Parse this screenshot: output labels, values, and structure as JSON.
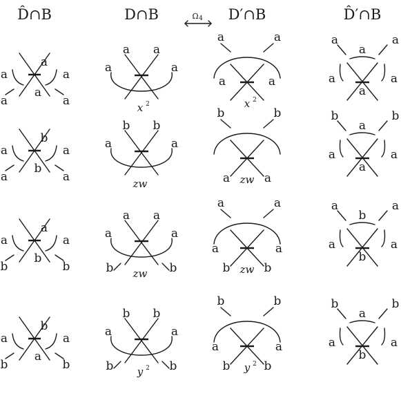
{
  "headers": [
    "D̂∩B",
    "D∩B",
    "D′∩B",
    "D̂′∩B"
  ],
  "move_label": "Ω",
  "move_label_sub": "4",
  "rows": [
    {
      "cells": [
        {
          "top": "a",
          "left": "a",
          "right": "a",
          "mid": "a",
          "bl": "a",
          "br": "a"
        },
        {
          "tl": "a",
          "tr": "a",
          "left": "a",
          "right": "a"
        },
        {
          "tl": "a",
          "tr": "a",
          "bl": "a",
          "br": "a"
        },
        {
          "tl": "a",
          "tr": "a",
          "mid": "a",
          "left": "a",
          "right": "a",
          "bot": "a"
        }
      ],
      "weights": [
        {
          "base": "x",
          "sup": "2"
        },
        {
          "base": "x",
          "sup": "2"
        }
      ]
    },
    {
      "cells": [
        {
          "top": "b",
          "left": "a",
          "right": "a",
          "mid": "b",
          "bl": "a",
          "br": "a"
        },
        {
          "tl": "b",
          "tr": "b",
          "left": "a",
          "right": "a"
        },
        {
          "tl": "b",
          "tr": "b",
          "bl": "a",
          "br": "a"
        },
        {
          "tl": "b",
          "tr": "b",
          "mid": "a",
          "left": "a",
          "right": "a",
          "bot": "a"
        }
      ],
      "weights": [
        {
          "base": "zw",
          "sup": ""
        },
        {
          "base": "zw",
          "sup": ""
        }
      ]
    },
    {
      "cells": [
        {
          "top": "a",
          "left": "a",
          "right": "a",
          "mid": "b",
          "bl": "b",
          "br": "b"
        },
        {
          "tl": "a",
          "tr": "a",
          "left": "a",
          "right": "a",
          "bl": "b",
          "br": "b"
        },
        {
          "tl": "a",
          "tr": "a",
          "left": "a",
          "right": "a",
          "bl": "b",
          "br": "b"
        },
        {
          "tl": "a",
          "tr": "a",
          "mid": "b",
          "left": "a",
          "right": "a",
          "bot": "b"
        }
      ],
      "weights": [
        {
          "base": "zw",
          "sup": ""
        },
        {
          "base": "zw",
          "sup": ""
        }
      ]
    },
    {
      "cells": [
        {
          "top": "b",
          "left": "a",
          "right": "a",
          "mid": "a",
          "bl": "b",
          "br": "b"
        },
        {
          "tl": "b",
          "tr": "b",
          "left": "a",
          "right": "a",
          "bl": "b",
          "br": "b"
        },
        {
          "tl": "b",
          "tr": "b",
          "left": "a",
          "right": "a",
          "bl": "b",
          "br": "b"
        },
        {
          "tl": "b",
          "tr": "b",
          "mid": "a",
          "left": "a",
          "right": "a",
          "bot": "b"
        }
      ],
      "weights": [
        {
          "base": "y",
          "sup": "2"
        },
        {
          "base": "y",
          "sup": "2"
        }
      ]
    }
  ]
}
